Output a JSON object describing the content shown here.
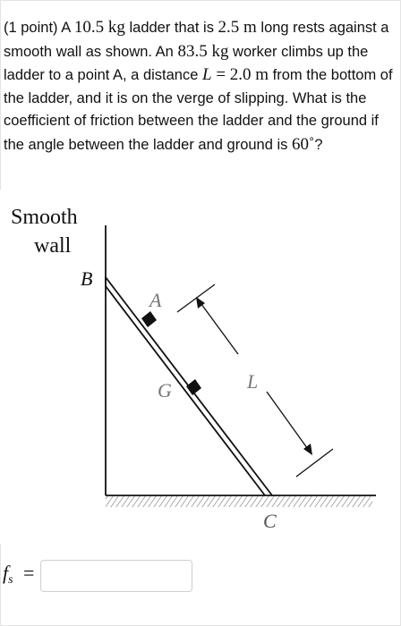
{
  "problem": {
    "points": "(1 point)",
    "t1": " A ",
    "ladder_mass": "10.5 kg",
    "t2": " ladder that is ",
    "ladder_length": "2.5 m",
    "t3": " long rests against a smooth wall as shown. An ",
    "worker_mass": "83.5 kg",
    "t4": " worker climbs up the ladder to a point A, a distance ",
    "L_var": "L",
    "L_eq": " = 2.0 m",
    "t5": " from the bottom of the ladder, and it is on the verge of slipping. What is the coefficient of friction between the ladder and the ground if the angle between the ladder and ground is ",
    "angle": "60˚",
    "t6": "?"
  },
  "figure": {
    "wall_label_1": "Smooth",
    "wall_label_2": "wall",
    "label_B": "B",
    "label_A": "A",
    "label_G": "G",
    "label_L": "L",
    "label_C": "C"
  },
  "answer": {
    "label": "f",
    "label_sub": "s",
    "equals": "=",
    "value": ""
  }
}
